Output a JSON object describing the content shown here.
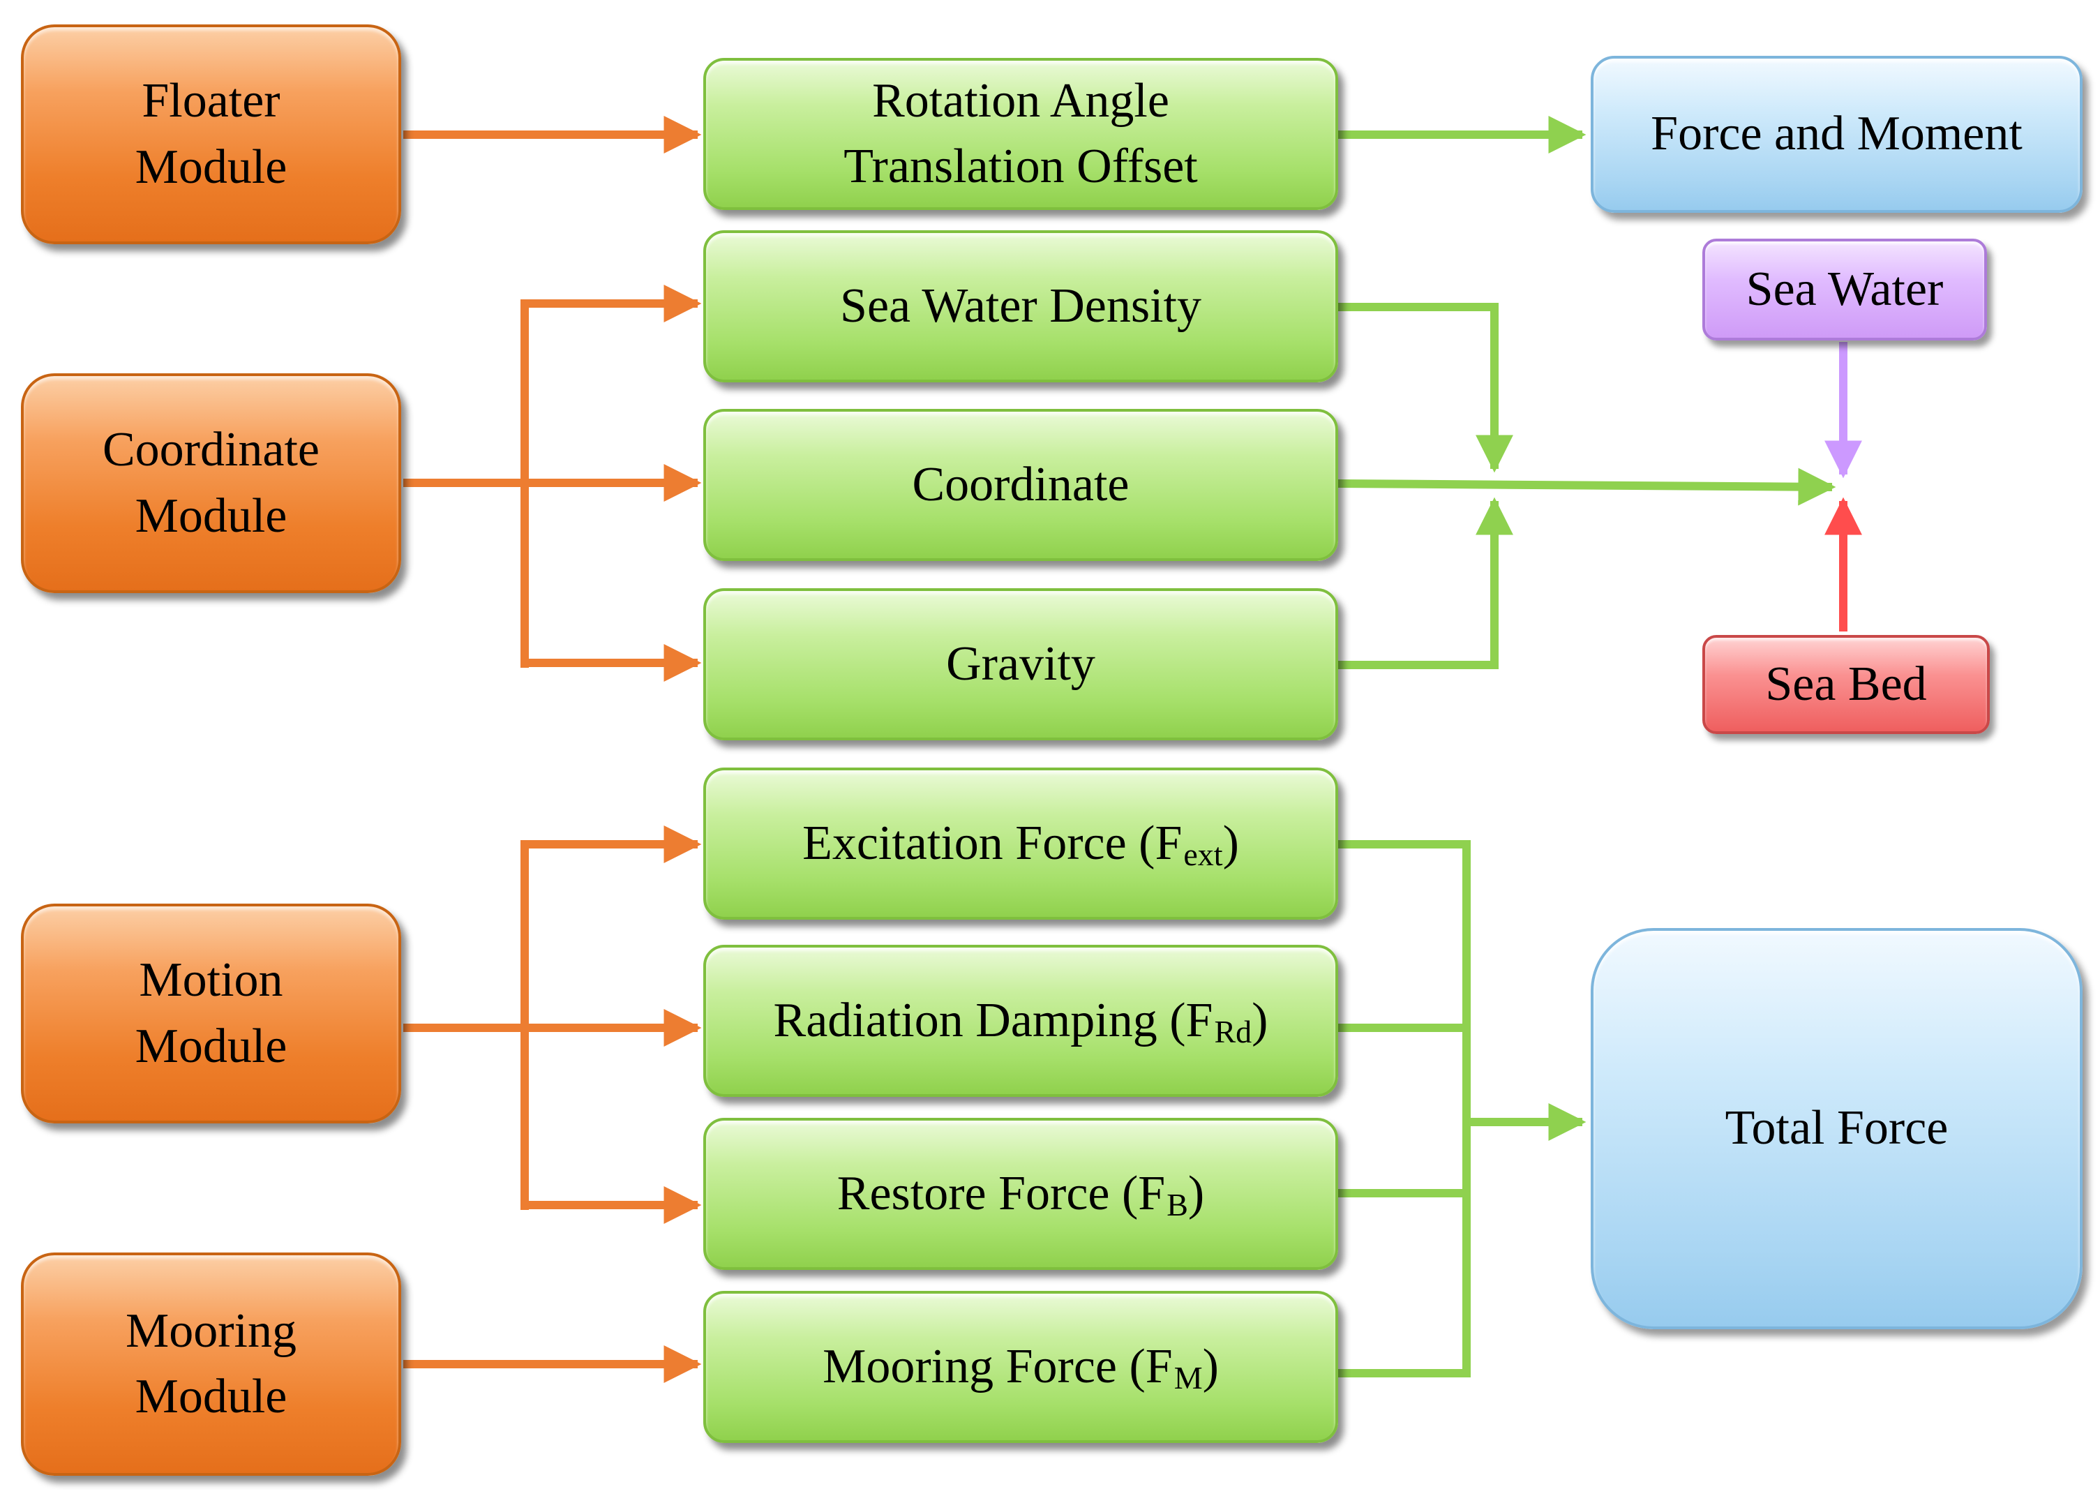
{
  "modules": {
    "floater": "Floater\nModule",
    "coordinate": "Coordinate\nModule",
    "motion": "Motion\nModule",
    "mooring": "Mooring\nModule"
  },
  "parameters": {
    "rotation": "Rotation Angle\nTranslation Offset",
    "density": "Sea Water Density",
    "coordinate": "Coordinate",
    "gravity": "Gravity"
  },
  "forces": {
    "excitation": {
      "text": "Excitation Force (F",
      "sub": "ext",
      "close": ")"
    },
    "radiation": {
      "text": "Radiation Damping (F",
      "sub": "Rd",
      "close": ")"
    },
    "restore": {
      "text": "Restore Force (F",
      "sub": "B",
      "close": ")"
    },
    "mooring": {
      "text": "Mooring Force (F",
      "sub": "M",
      "close": ")"
    }
  },
  "outputs": {
    "force_moment": "Force and Moment",
    "total_force": "Total Force"
  },
  "environment": {
    "sea_water": "Sea Water",
    "sea_bed": "Sea Bed"
  },
  "colors": {
    "module_orange": "#ee7f2b",
    "parameter_green": "#a6e06a",
    "output_blue": "#aad6f3",
    "sea_water_purple": "#cf9bf7",
    "sea_bed_red": "#ef5f5f",
    "arrow_orange": "#ed7d31",
    "arrow_green": "#8fd14f",
    "arrow_purple": "#cc99ff",
    "arrow_red": "#ff4d4d"
  }
}
